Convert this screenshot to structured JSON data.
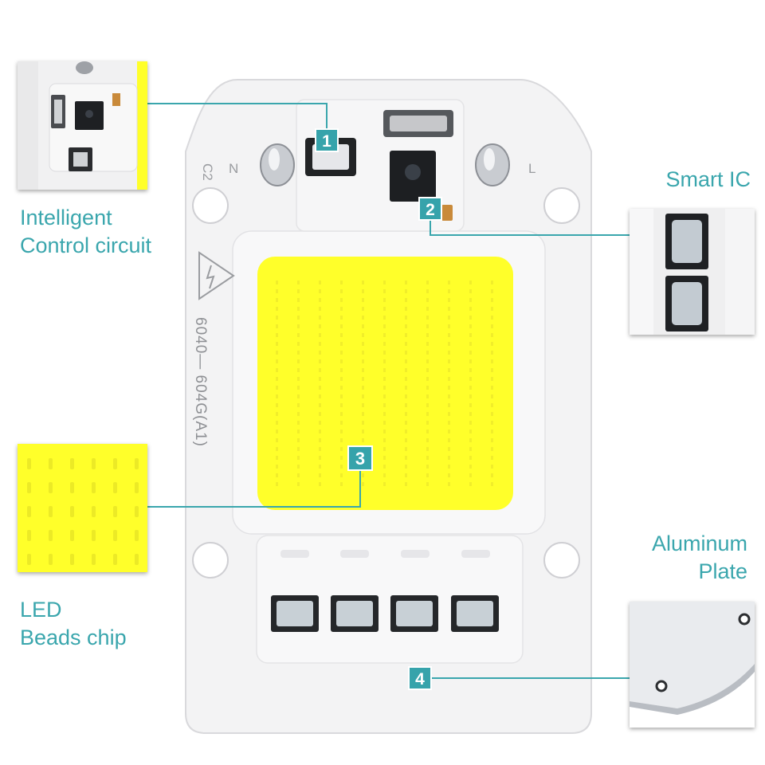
{
  "callouts": [
    {
      "number": "1",
      "label_lines": [
        "Intelligent",
        "Control circuit"
      ]
    },
    {
      "number": "2",
      "label_lines": [
        "Smart IC"
      ]
    },
    {
      "number": "3",
      "label_lines": [
        "LED",
        "Beads chip"
      ]
    },
    {
      "number": "4",
      "label_lines": [
        "Aluminum",
        "Plate"
      ]
    }
  ],
  "board_markings": {
    "model": "6040—  604G(A1)",
    "c2": "C2",
    "n": "N",
    "l": "L"
  },
  "colors": {
    "accent": "#3aa6ad",
    "badge": "#36a3ab",
    "led_yellow": "#ffff2a",
    "board": "#f3f3f4"
  }
}
